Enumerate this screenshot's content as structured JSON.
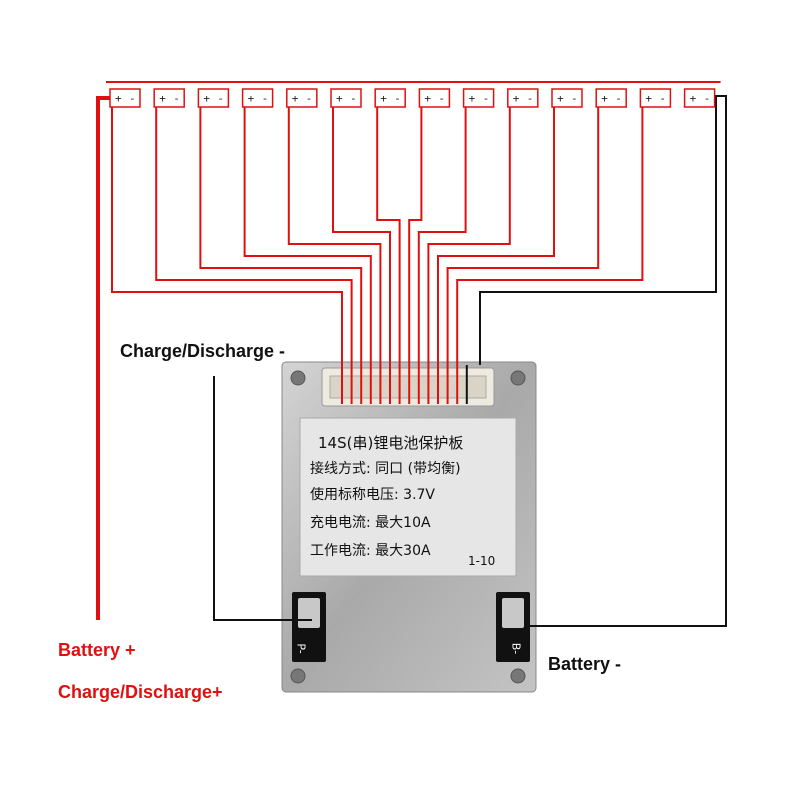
{
  "cells": [
    {
      "pos": "+",
      "neg": "-"
    },
    {
      "pos": "+",
      "neg": "-"
    },
    {
      "pos": "+",
      "neg": "-"
    },
    {
      "pos": "+",
      "neg": "-"
    },
    {
      "pos": "+",
      "neg": "-"
    },
    {
      "pos": "+",
      "neg": "-"
    },
    {
      "pos": "+",
      "neg": "-"
    },
    {
      "pos": "+",
      "neg": "-"
    },
    {
      "pos": "+",
      "neg": "-"
    },
    {
      "pos": "+",
      "neg": "-"
    },
    {
      "pos": "+",
      "neg": "-"
    },
    {
      "pos": "+",
      "neg": "-"
    },
    {
      "pos": "+",
      "neg": "-"
    },
    {
      "pos": "+",
      "neg": "-"
    }
  ],
  "labels": {
    "charge_discharge_neg": "Charge/Discharge -",
    "battery_pos": "Battery +",
    "charge_discharge_pos": "Charge/Discharge+",
    "battery_neg": "Battery -"
  },
  "board": {
    "title": "14S(串)锂电池保护板",
    "wiring": "接线方式: 同口 (带均衡)",
    "voltage": "使用标称电压: 3.7V",
    "charge_current": "充电电流: 最大10A",
    "work_current": "工作电流: 最大30A",
    "version": "1-10",
    "pad_p": "P-",
    "pad_b": "B-"
  },
  "colors": {
    "wire_red": "#e01010",
    "wire_black": "#111111",
    "board_metal": "#b8b8b8",
    "label_panel": "#e6e6e6"
  }
}
